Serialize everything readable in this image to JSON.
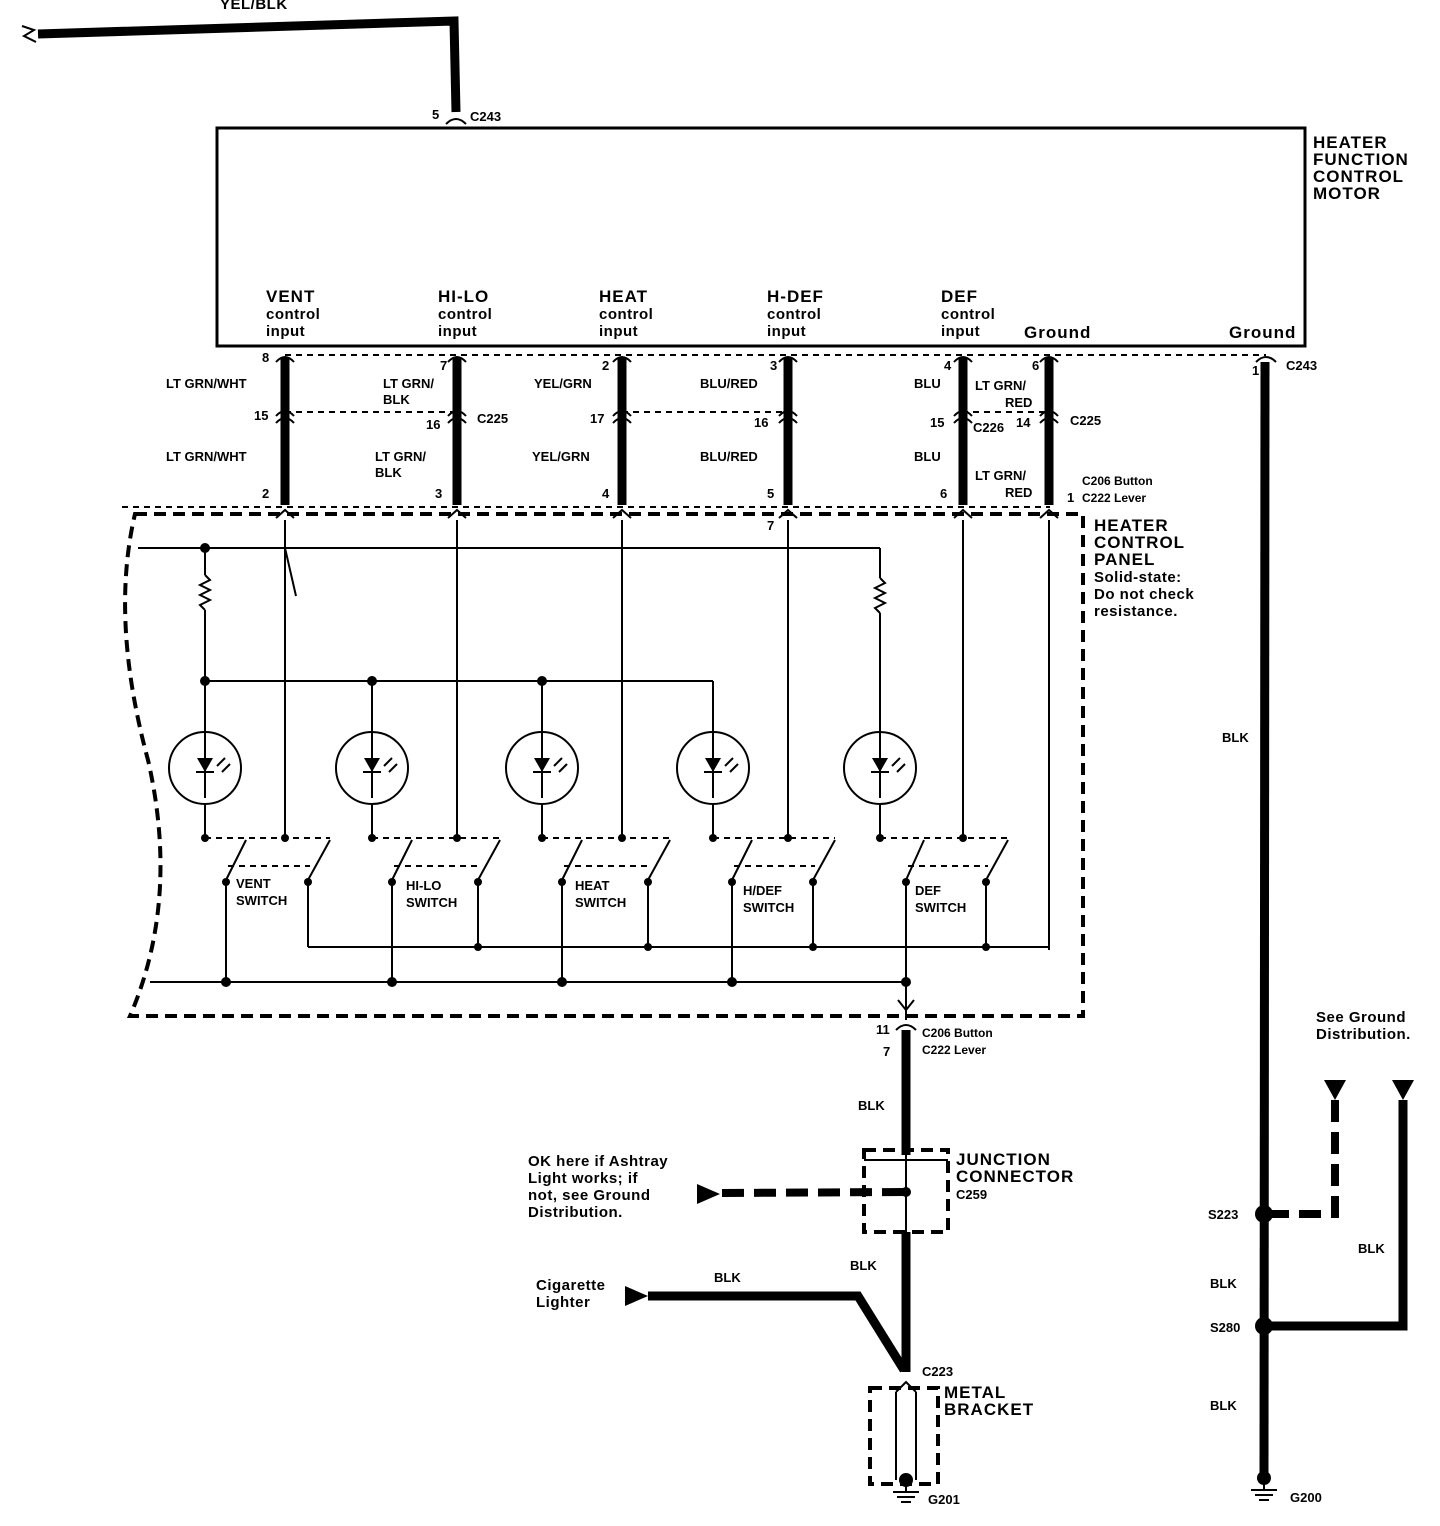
{
  "top": {
    "wire_label": "YEL/BLK",
    "pin": "5",
    "connector": "C243"
  },
  "motor": {
    "title_lines": [
      "HEATER",
      "FUNCTION",
      "CONTROL",
      "MOTOR"
    ],
    "inputs": [
      {
        "name": "VENT",
        "lines": [
          "control",
          "input"
        ]
      },
      {
        "name": "HI-LO",
        "lines": [
          "control",
          "input"
        ]
      },
      {
        "name": "HEAT",
        "lines": [
          "control",
          "input"
        ]
      },
      {
        "name": "H-DEF",
        "lines": [
          "control",
          "input"
        ]
      },
      {
        "name": "DEF",
        "lines": [
          "control",
          "input"
        ]
      }
    ],
    "ground_a": "Ground",
    "ground_b": "Ground"
  },
  "columns": [
    {
      "pin1": "8",
      "wire1": "LT GRN/WHT",
      "pin2": "15",
      "wire2": "LT GRN/WHT",
      "pin3": "2"
    },
    {
      "pin1": "7",
      "wire1a": "LT GRN/",
      "wire1b": "BLK",
      "pin2": "16",
      "wire2a": "LT GRN/",
      "wire2b": "BLK",
      "pin3": "3"
    },
    {
      "pin1": "2",
      "wire1": "YEL/GRN",
      "pin2": "17",
      "wire2": "YEL/GRN",
      "pin3": "4"
    },
    {
      "pin1": "3",
      "wire1": "BLU/RED",
      "pin2": "16",
      "wire2": "BLU/RED",
      "pin3": "5",
      "pin4": "7"
    },
    {
      "pin1": "4",
      "wire1": "BLU",
      "pin2": "15",
      "wire2": "BLU",
      "pin3": "6"
    },
    {
      "pin1": "6",
      "wire1a": "LT GRN/",
      "wire1b": "RED",
      "pin2": "14",
      "wire2a": "LT GRN/",
      "wire2b": "RED",
      "pin3": "1"
    }
  ],
  "connectors": {
    "c225_a": "C225",
    "c226": "C226",
    "c225_b": "C225",
    "c243_right": "C243",
    "c243_right_pin": "1",
    "c206_button": "C206  Button",
    "c222_lever": "C222  Lever"
  },
  "panel": {
    "title_lines": [
      "HEATER",
      "CONTROL",
      "PANEL"
    ],
    "note_lines": [
      "Solid-state:",
      "Do not check",
      "resistance."
    ],
    "switches": [
      {
        "a": "VENT",
        "b": "SWITCH"
      },
      {
        "a": "HI-LO",
        "b": "SWITCH"
      },
      {
        "a": "HEAT",
        "b": "SWITCH"
      },
      {
        "a": "H/DEF",
        "b": "SWITCH"
      },
      {
        "a": "DEF",
        "b": "SWITCH"
      }
    ]
  },
  "lower": {
    "pin_11": "11",
    "pin_7": "7",
    "c206_button": "C206 Button",
    "c222_lever": "C222 Lever",
    "blk_1": "BLK",
    "junction_lines": [
      "JUNCTION",
      "CONNECTOR"
    ],
    "junction_id": "C259",
    "ok_note_lines": [
      "OK here if Ashtray",
      "Light works; if",
      "not, see Ground",
      "Distribution."
    ],
    "blk_2": "BLK",
    "lighter_lines": [
      "Cigarette",
      "Lighter"
    ],
    "blk_3": "BLK",
    "c223": "C223",
    "bracket_lines": [
      "METAL",
      "BRACKET"
    ],
    "g201": "G201"
  },
  "right": {
    "blk_top": "BLK",
    "see_ground_lines": [
      "See Ground",
      "Distribution."
    ],
    "s223": "S223",
    "blk_mid": "BLK",
    "blk_side": "BLK",
    "s280": "S280",
    "blk_low": "BLK",
    "g200": "G200"
  }
}
